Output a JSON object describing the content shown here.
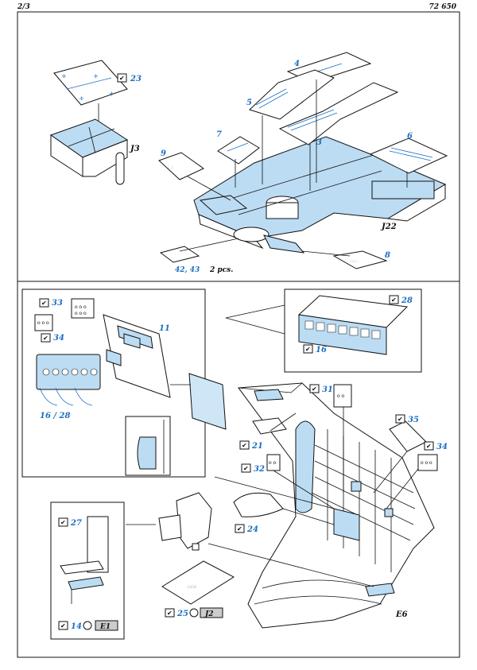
{
  "header": {
    "page": "2/3",
    "code": "72 650"
  },
  "colors": {
    "part_blue": "#bcdcf3",
    "label_blue": "#1a6fc4",
    "line": "#111111"
  },
  "parts": {
    "p23": "23",
    "j3": "J3",
    "p4": "4",
    "p5": "5",
    "p3": "3",
    "p6": "6",
    "p7": "7",
    "p9": "9",
    "j22": "J22",
    "p8": "8",
    "p42": "42, 43",
    "pcs": "2 pcs.",
    "p33": "33",
    "p34a": "34",
    "p11": "11",
    "p1628": "16 / 28",
    "p28": "28",
    "p16": "16",
    "p31": "31",
    "p21": "21",
    "p32": "32",
    "p35": "35",
    "p34b": "34",
    "p24": "24",
    "p27": "27",
    "p25": "25",
    "j2": "J2",
    "p14": "14",
    "e1": "E1",
    "e6": "E6"
  }
}
